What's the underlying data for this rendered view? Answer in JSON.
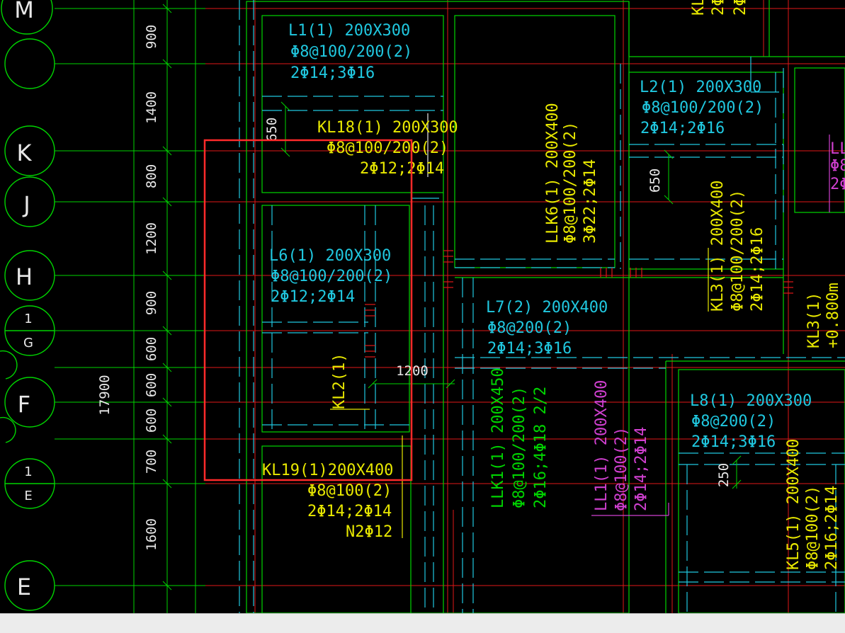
{
  "colors": {
    "background": "#000000",
    "green": "#00d400",
    "red": "#e01818",
    "cyan": "#20c8e0",
    "yellow": "#e8e800",
    "magenta": "#d040d0",
    "white": "#e8e8e8",
    "selection": "#ff2a2a",
    "statusbar": "#ececec"
  },
  "grid_axes": [
    "M",
    "",
    "K",
    "J",
    "H",
    "1",
    "G",
    "F",
    "1",
    "E",
    "E"
  ],
  "dimensions": {
    "left_column": [
      "900",
      "1400",
      "800",
      "1200",
      "900",
      "600",
      "600",
      "600",
      "700",
      "1600"
    ],
    "total": "17900",
    "d650a": "650",
    "d650b": "650",
    "d1200": "1200",
    "d250": "250"
  },
  "beams": {
    "L1": {
      "name": "L1(1) 200X300",
      "stirrup": "Φ8@100/200(2)",
      "rebar": "2Φ14;3Φ16"
    },
    "KL18": {
      "name": "KL18(1) 200X300",
      "stirrup": "Φ8@100/200(2)",
      "rebar": "2Φ12;2Φ14"
    },
    "L2": {
      "name": "L2(1) 200X300",
      "stirrup": "Φ8@100/200(2)",
      "rebar": "2Φ14;2Φ16"
    },
    "LLK6": {
      "name": "LLK6(1) 200X400",
      "stirrup": "Φ8@100/200(2)",
      "rebar": "3Φ22;2Φ14"
    },
    "L6": {
      "name": "L6(1) 200X300",
      "stirrup": "Φ8@100/200(2)",
      "rebar": "2Φ12;2Φ14"
    },
    "L7": {
      "name": "L7(2) 200X400",
      "stirrup": "Φ8@200(2)",
      "rebar": "2Φ14;3Φ16"
    },
    "KL3": {
      "name": "KL3(1) 200X400",
      "stirrup": "Φ8@100/200(2)",
      "rebar": "2Φ14;2Φ16"
    },
    "KL3b": {
      "name": "KL3(1)",
      "elev": "+0.800m"
    },
    "KL2": {
      "name": "KL2(1)"
    },
    "L8": {
      "name": "L8(1) 200X300",
      "stirrup": "Φ8@200(2)",
      "rebar": "2Φ14;3Φ16"
    },
    "KL19": {
      "name": "KL19(1)200X400",
      "stirrup": "Φ8@100(2)",
      "rebar": "2Φ14;2Φ14",
      "torsion": "N2Φ12"
    },
    "LLK1": {
      "name": "LLK1(1) 200X450",
      "stirrup": "Φ8@100/200(2)",
      "rebar": "2Φ16;4Φ18 2/2"
    },
    "LL1": {
      "name": "LL1(1) 200X400",
      "stirrup": "Φ8@100(2)",
      "rebar": "2Φ14;2Φ14"
    },
    "KL5": {
      "name": "KL5(1) 200X400",
      "stirrup": "Φ8@100(2)",
      "rebar": "2Φ16;2Φ14"
    },
    "top_cut_a": "KL",
    "top_cut_b": "2Φ",
    "top_cut_c": "2Φ",
    "right_cut_a": "LL",
    "right_cut_b": "Φ8",
    "right_cut_c": "2Φ"
  }
}
